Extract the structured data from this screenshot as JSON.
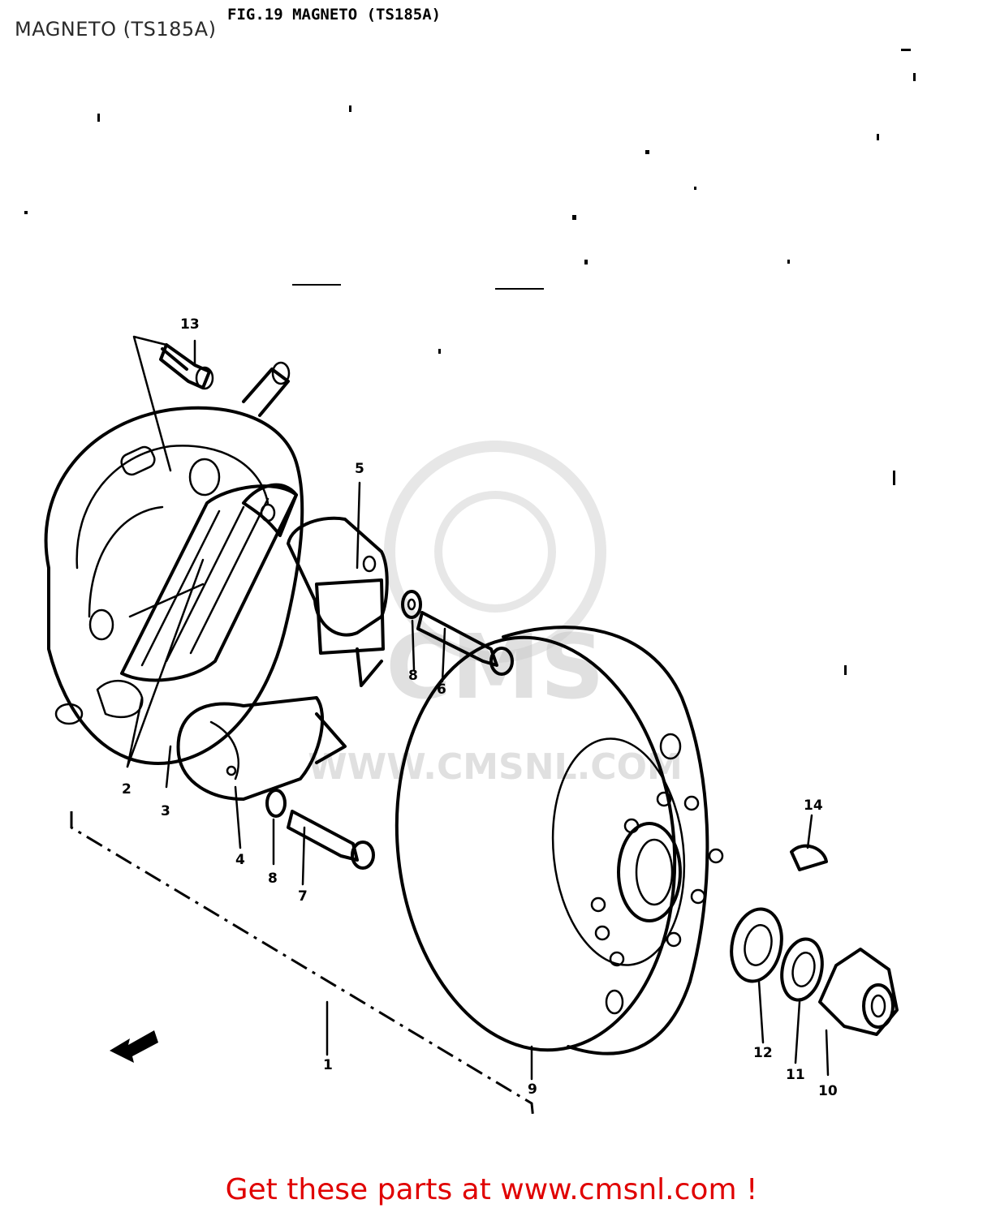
{
  "figure": {
    "title": "FIG.19  MAGNETO  (TS185A)",
    "overlay_title": "MAGNETO (TS185A)"
  },
  "callouts": {
    "c1": "1",
    "c2": "2",
    "c3": "3",
    "c4": "4",
    "c5": "5",
    "c6": "6",
    "c7": "7",
    "c8a": "8",
    "c8b": "8",
    "c9": "9",
    "c10": "10",
    "c11": "11",
    "c12": "12",
    "c13": "13",
    "c14": "14"
  },
  "watermark": {
    "brand": "CMS",
    "url": "WWW.CMSNL.COM"
  },
  "footer": {
    "text": "Get these parts at www.cmsnl.com !"
  },
  "colors": {
    "footer": "#e00000",
    "ink": "#000000",
    "watermark": "#c8c8c8"
  }
}
